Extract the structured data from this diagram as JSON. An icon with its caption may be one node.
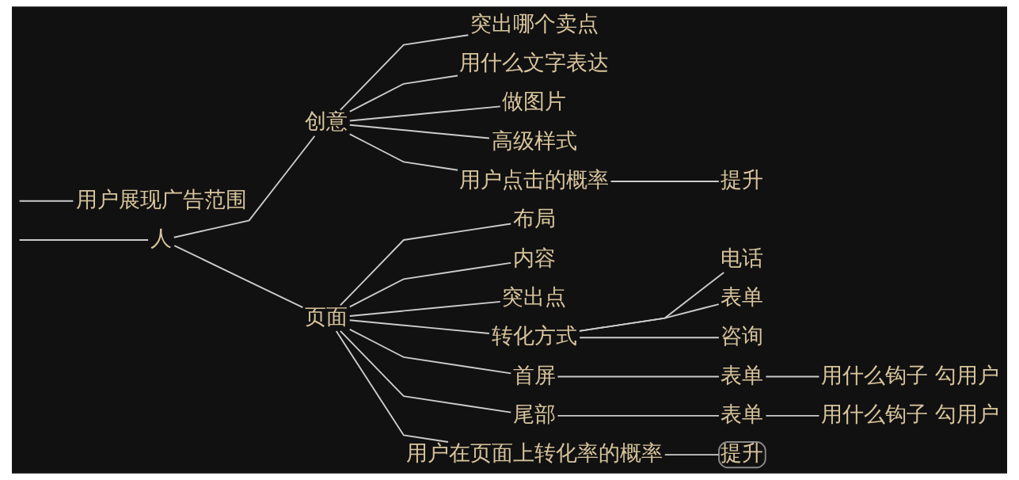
{
  "diagram": {
    "nodes": [
      {
        "text": [
          "人"
        ]
      },
      {
        "text": [
          "用户展现广告范围"
        ]
      },
      {
        "text": [
          "创意"
        ]
      },
      {
        "text": [
          "突出哪个卖点"
        ]
      },
      {
        "text": [
          "用什么文字表达"
        ]
      },
      {
        "text": [
          "做图片"
        ]
      },
      {
        "text": [
          "高级样式"
        ]
      },
      {
        "text": [
          "用户点击的概率"
        ]
      },
      {
        "text": [
          "提升"
        ]
      },
      {
        "text": [
          "页面"
        ]
      },
      {
        "text": [
          "布局"
        ]
      },
      {
        "text": [
          "内容"
        ]
      },
      {
        "text": [
          "突出点"
        ]
      },
      {
        "text": [
          "转化方式"
        ]
      },
      {
        "text": [
          "电话"
        ]
      },
      {
        "text": [
          "表单"
        ]
      },
      {
        "text": [
          "咨询"
        ]
      },
      {
        "text": [
          "首屏"
        ]
      },
      {
        "text": [
          "表单"
        ]
      },
      {
        "text": [
          "用什么钩子 勾用户"
        ]
      },
      {
        "text": [
          "尾部"
        ]
      },
      {
        "text": [
          "表单"
        ]
      },
      {
        "text": [
          "用什么钩子 勾用户"
        ]
      },
      {
        "text": [
          "用户在页面上转化率的概率"
        ]
      },
      {
        "text": [
          "提升"
        ]
      }
    ],
    "edges": [
      {
        "from": null,
        "to": 0,
        "arrow": "none"
      },
      {
        "from": null,
        "to": 1,
        "arrow": "none"
      },
      {
        "from": 0,
        "to": 2,
        "arrow": "none"
      },
      {
        "from": 2,
        "to": 3,
        "arrow": "none"
      },
      {
        "from": 2,
        "to": 4,
        "arrow": "none"
      },
      {
        "from": 2,
        "to": 5,
        "arrow": "none"
      },
      {
        "from": 2,
        "to": 6,
        "arrow": "none"
      },
      {
        "from": 2,
        "to": 7,
        "arrow": "none"
      },
      {
        "from": 7,
        "to": 8,
        "arrow": "none"
      },
      {
        "from": 0,
        "to": 9,
        "arrow": "none"
      },
      {
        "from": 9,
        "to": 10,
        "arrow": "none"
      },
      {
        "from": 9,
        "to": 11,
        "arrow": "none"
      },
      {
        "from": 9,
        "to": 12,
        "arrow": "none"
      },
      {
        "from": 9,
        "to": 13,
        "arrow": "none"
      },
      {
        "from": 13,
        "to": 14,
        "arrow": "none"
      },
      {
        "from": 13,
        "to": 15,
        "arrow": "none"
      },
      {
        "from": 13,
        "to": 16,
        "arrow": "none"
      },
      {
        "from": 9,
        "to": 17,
        "arrow": "none"
      },
      {
        "from": 17,
        "to": 18,
        "arrow": "none"
      },
      {
        "from": 18,
        "to": 19,
        "arrow": "none"
      },
      {
        "from": 9,
        "to": 20,
        "arrow": "none"
      },
      {
        "from": 20,
        "to": 21,
        "arrow": "none"
      },
      {
        "from": 21,
        "to": 22,
        "arrow": "none"
      },
      {
        "from": 9,
        "to": 23,
        "arrow": "none"
      },
      {
        "from": 23,
        "to": 24,
        "arrow": "none"
      }
    ]
  }
}
